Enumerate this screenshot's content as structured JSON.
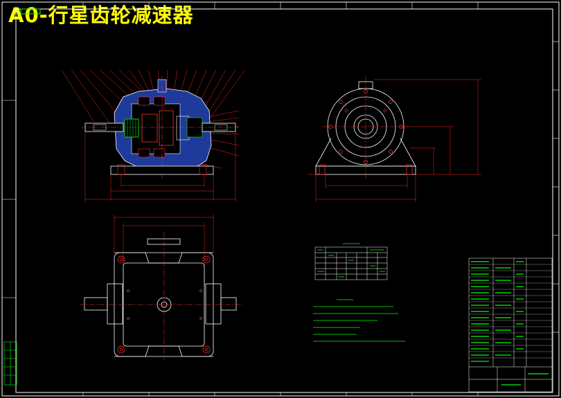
{
  "title": "A0-行星齿轮减速器",
  "colors": {
    "background": "#000000",
    "frame": "#ffffff",
    "title": "#ffff00",
    "housing_fill": "#1e3a9a",
    "part": "#ff3333",
    "dimension": "#ff2020",
    "text": "#00ff00",
    "centerline": "#ff3b3b"
  },
  "icons": [
    "drawing-frame",
    "section-view",
    "side-view",
    "top-view",
    "parameter-table",
    "technical-notes",
    "title-block"
  ]
}
